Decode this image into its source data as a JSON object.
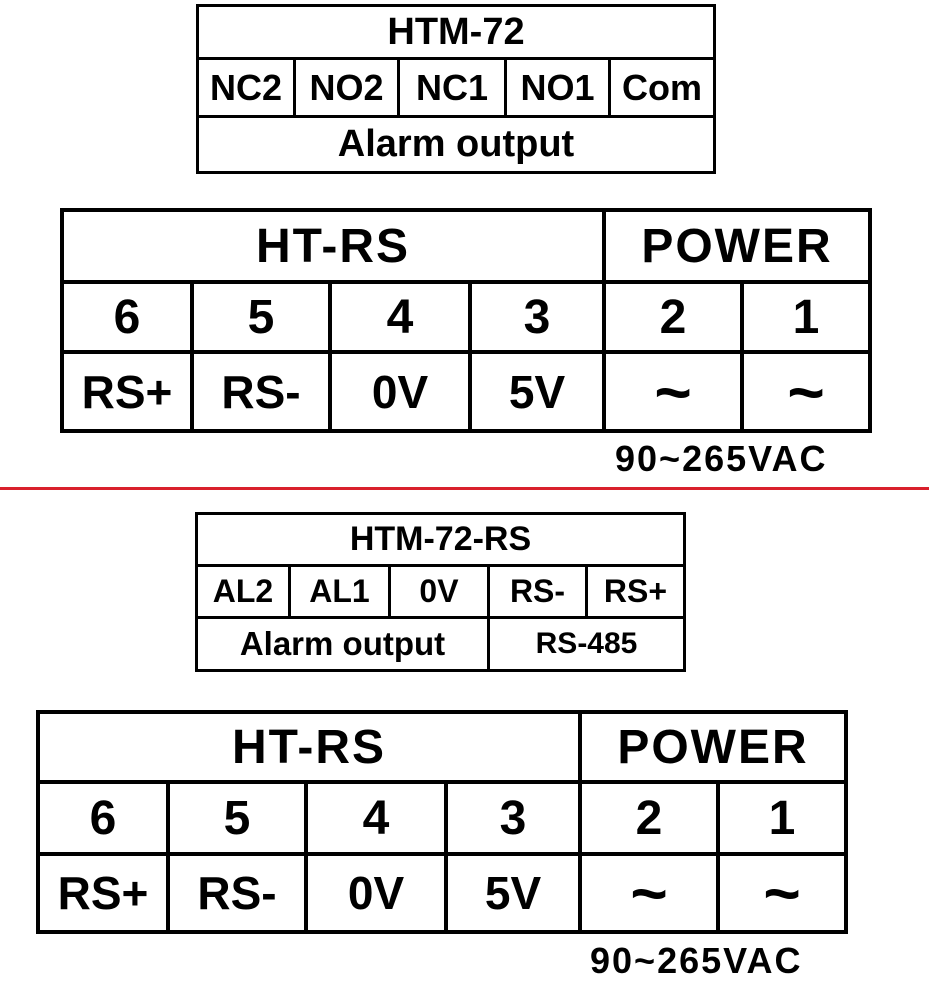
{
  "colors": {
    "line": "#000000",
    "divider": "#d9202c"
  },
  "upper": {
    "htm72": {
      "title": "HTM-72",
      "terminals": [
        "NC2",
        "NO2",
        "NC1",
        "NO1",
        "Com"
      ],
      "footer": "Alarm output"
    },
    "main": {
      "group_left": "HT-RS",
      "group_right": "POWER",
      "numbers": [
        "6",
        "5",
        "4",
        "3",
        "2",
        "1"
      ],
      "labels": [
        "RS+",
        "RS-",
        "0V",
        "5V",
        "~",
        "~"
      ],
      "voltage": "90~265VAC"
    }
  },
  "lower": {
    "htm72rs": {
      "title": "HTM-72-RS",
      "terminals": [
        "AL2",
        "AL1",
        "0V",
        "RS-",
        "RS+"
      ],
      "footer_left": "Alarm output",
      "footer_right": "RS-485"
    },
    "main": {
      "group_left": "HT-RS",
      "group_right": "POWER",
      "numbers": [
        "6",
        "5",
        "4",
        "3",
        "2",
        "1"
      ],
      "labels": [
        "RS+",
        "RS-",
        "0V",
        "5V",
        "~",
        "~"
      ],
      "voltage": "90~265VAC"
    }
  }
}
